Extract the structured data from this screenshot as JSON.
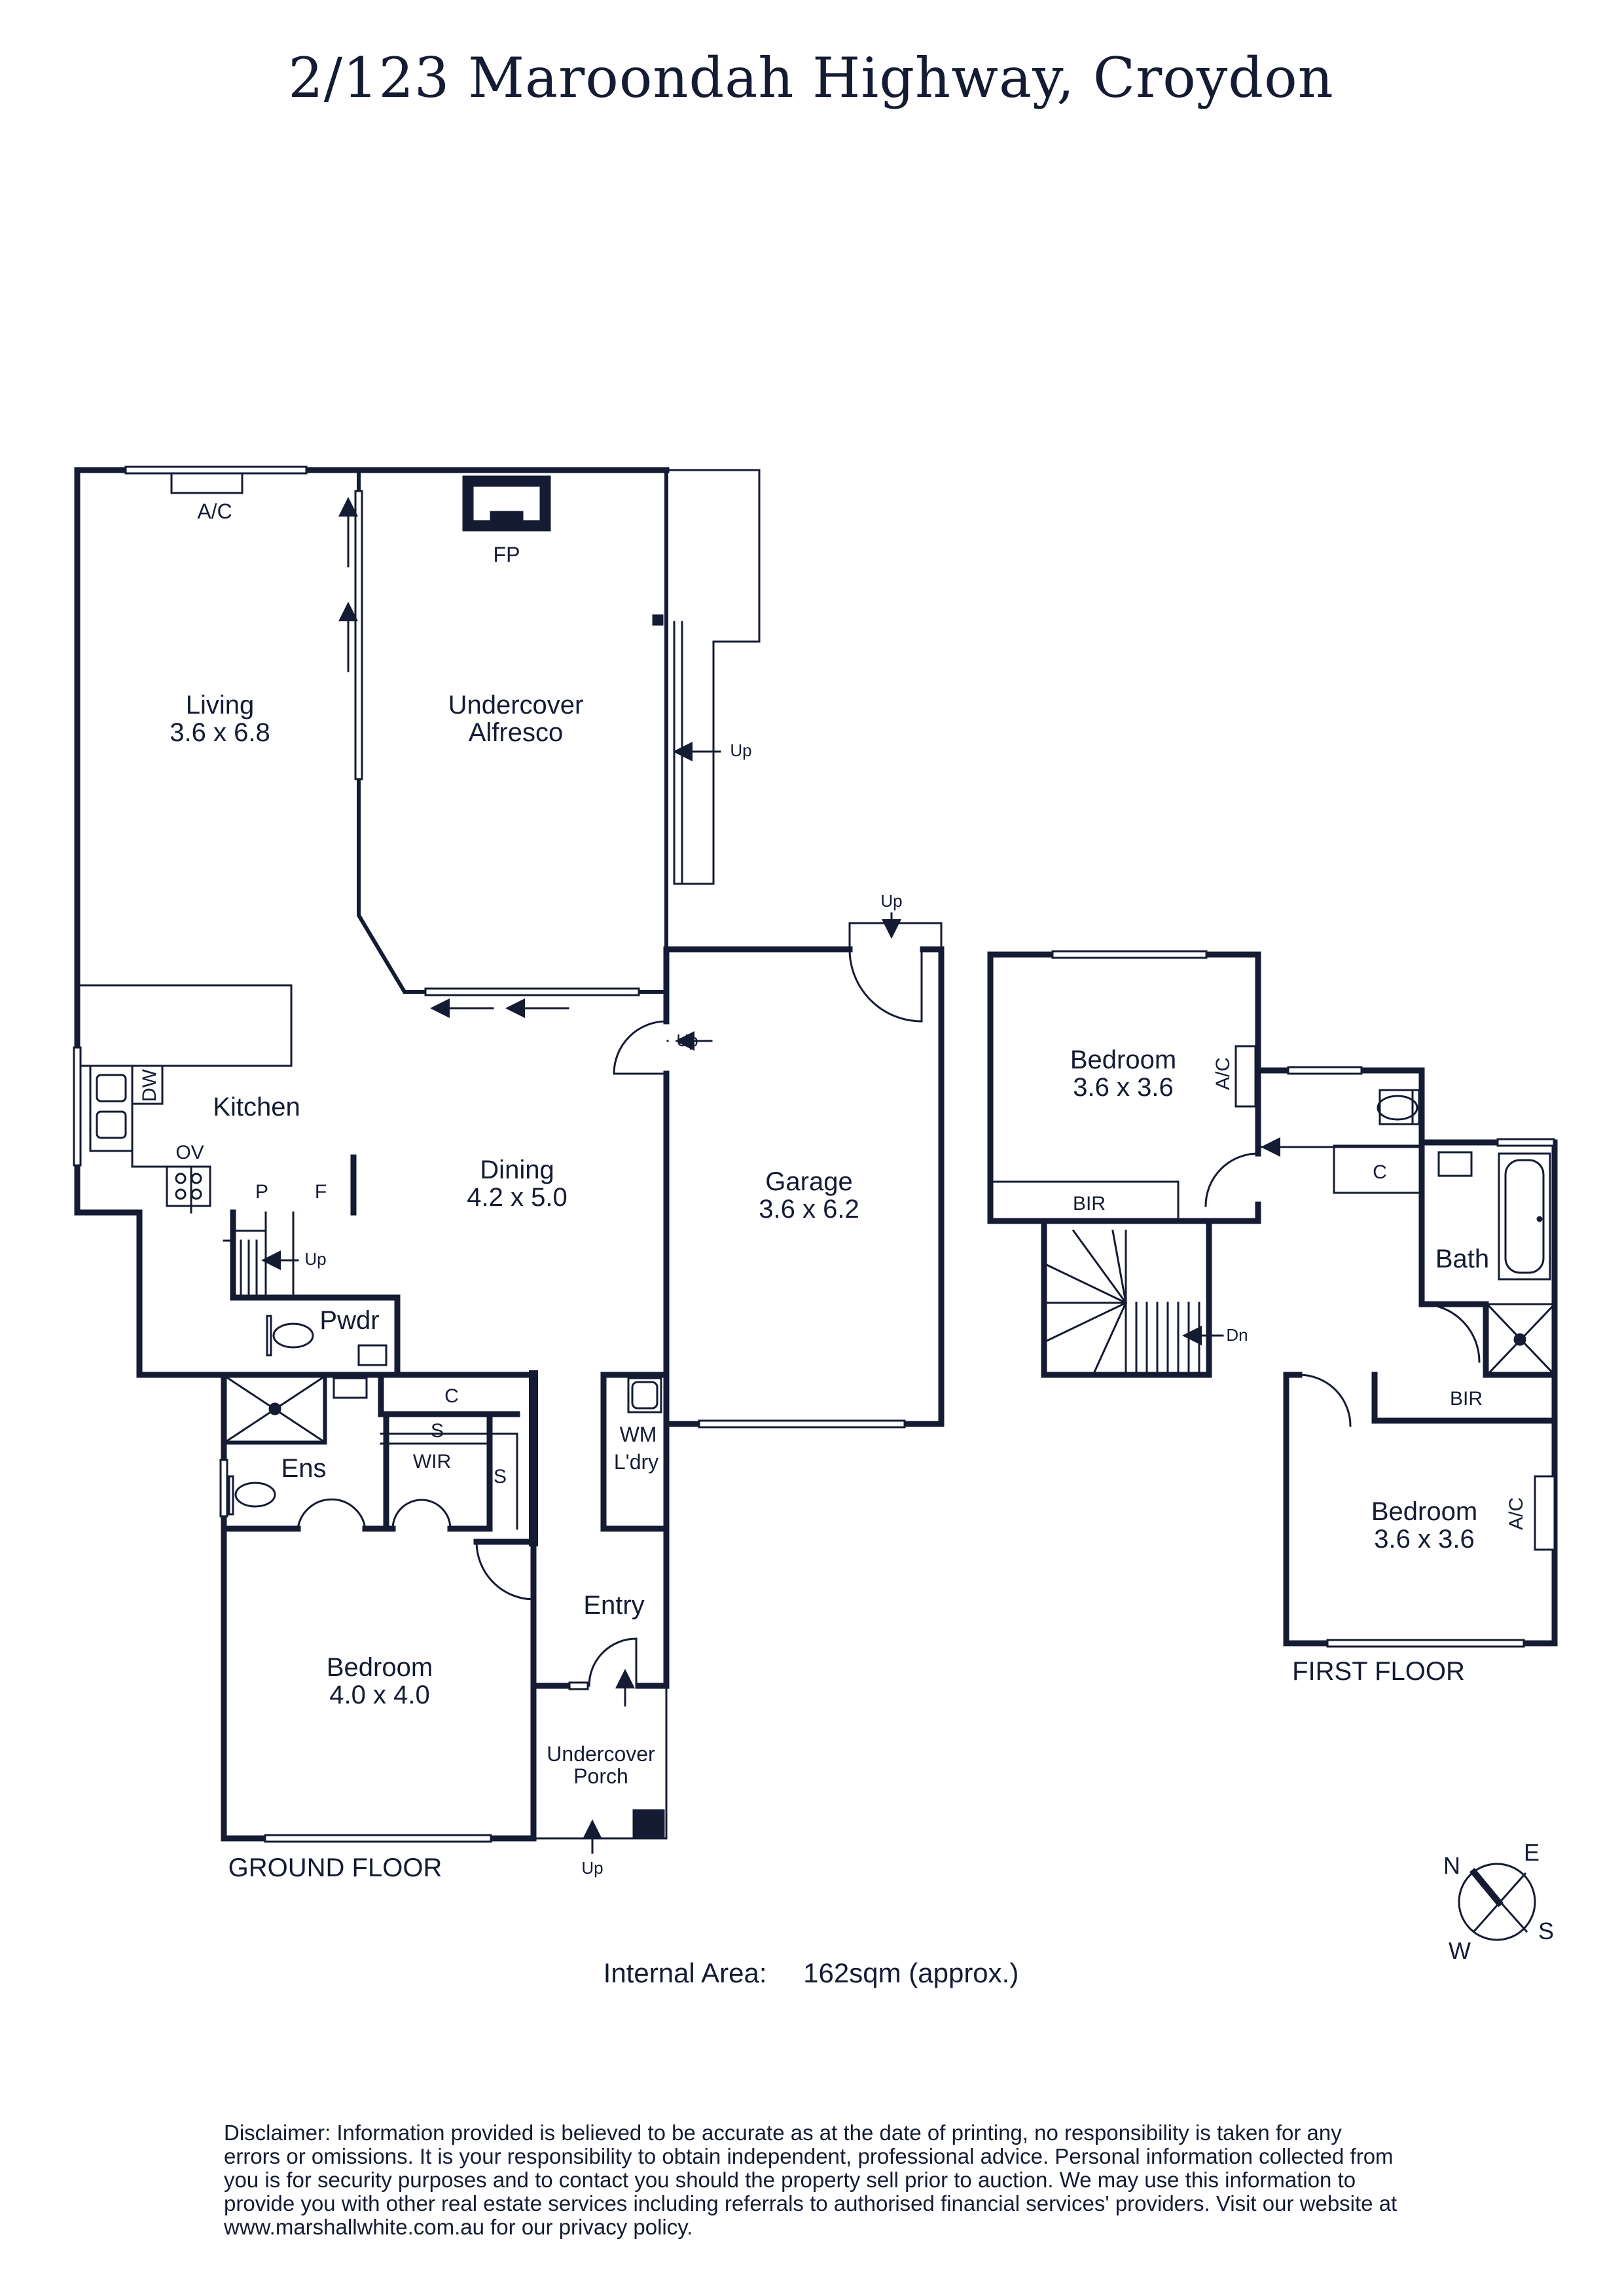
{
  "title": "2/123 Maroondah Highway, Croydon",
  "floors": {
    "ground": "GROUND FLOOR",
    "first": "FIRST FLOOR"
  },
  "rooms": {
    "living": {
      "name": "Living",
      "size": "3.6 x 6.8"
    },
    "alfresco": {
      "name1": "Undercover",
      "name2": "Alfresco"
    },
    "kitchen": {
      "name": "Kitchen"
    },
    "dining": {
      "name": "Dining",
      "size": "4.2 x 5.0"
    },
    "garage": {
      "name": "Garage",
      "size": "3.6 x 6.2"
    },
    "pwdr": {
      "name": "Pwdr"
    },
    "ens": {
      "name": "Ens"
    },
    "wir": {
      "name": "WIR"
    },
    "laundry": {
      "name1": "WM",
      "name2": "L'dry"
    },
    "entry": {
      "name": "Entry"
    },
    "bedroom_ground": {
      "name": "Bedroom",
      "size": "4.0 x 4.0"
    },
    "porch": {
      "name1": "Undercover",
      "name2": "Porch"
    },
    "bedroom_first_1": {
      "name": "Bedroom",
      "size": "3.6 x 3.6"
    },
    "bedroom_first_2": {
      "name": "Bedroom",
      "size": "3.6 x 3.6"
    },
    "bath": {
      "name": "Bath"
    }
  },
  "fixtures": {
    "ac": "A/C",
    "fp": "FP",
    "dw": "DW",
    "ov": "OV",
    "p": "P",
    "f": "F",
    "c": "C",
    "s": "S",
    "bir": "BIR",
    "up": "Up",
    "dn": "Dn"
  },
  "compass": {
    "n": "N",
    "e": "E",
    "s": "S",
    "w": "W"
  },
  "internal_area": {
    "label": "Internal Area:",
    "value": "162sqm (approx.)"
  },
  "disclaimer": "Disclaimer: Information provided is believed to be accurate as at the date of printing, no responsibility is taken for any errors or omissions. It is your responsibility to obtain independent, professional advice. Personal information collected from you is for security purposes and to contact you should the property sell prior to auction. We may use this information to provide you with other real estate services including referrals to authorised financial services' providers. Visit our website at www.marshallwhite.com.au for our privacy policy.",
  "colors": {
    "ink": "#141b33",
    "background": "#ffffff"
  }
}
